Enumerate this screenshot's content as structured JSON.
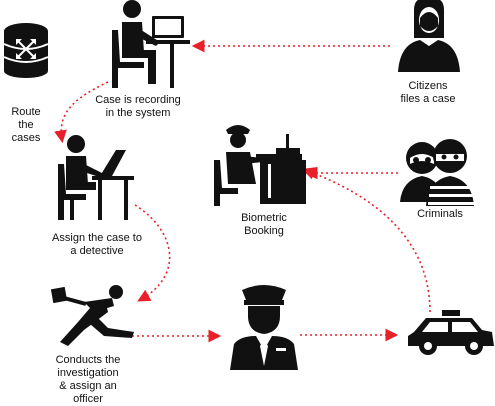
{
  "diagram": {
    "colors": {
      "icon": "#111111",
      "arrow": "#e8202a",
      "bg": "#ffffff"
    },
    "nodes": [
      {
        "id": "route",
        "icon": "database-network-icon",
        "label": "Route\nthe\ncases"
      },
      {
        "id": "recording",
        "icon": "desk-worker-icon",
        "label": "Case is recording\nin the system"
      },
      {
        "id": "citizens",
        "icon": "woman-avatar-icon",
        "label": "Citizens\nfiles a case"
      },
      {
        "id": "assign",
        "icon": "detective-desk-icon",
        "label": "Assign the case to\na detective"
      },
      {
        "id": "biometric",
        "icon": "officer-desk-icon",
        "label": "Biometric\nBooking"
      },
      {
        "id": "criminals",
        "icon": "masked-criminals-icon",
        "label": "Criminals"
      },
      {
        "id": "investigation",
        "icon": "running-officer-icon",
        "label": "Conducts the\ninvestigation\n& assign an\nofficer"
      },
      {
        "id": "officer",
        "icon": "police-officer-icon",
        "label": ""
      },
      {
        "id": "car",
        "icon": "police-car-icon",
        "label": ""
      }
    ],
    "arrows": [
      {
        "from": "citizens",
        "to": "recording"
      },
      {
        "from": "recording",
        "to": "assign"
      },
      {
        "from": "assign",
        "to": "investigation"
      },
      {
        "from": "investigation",
        "to": "officer"
      },
      {
        "from": "officer",
        "to": "car"
      },
      {
        "from": "car",
        "to": "biometric"
      },
      {
        "from": "criminals",
        "to": "biometric"
      }
    ]
  }
}
